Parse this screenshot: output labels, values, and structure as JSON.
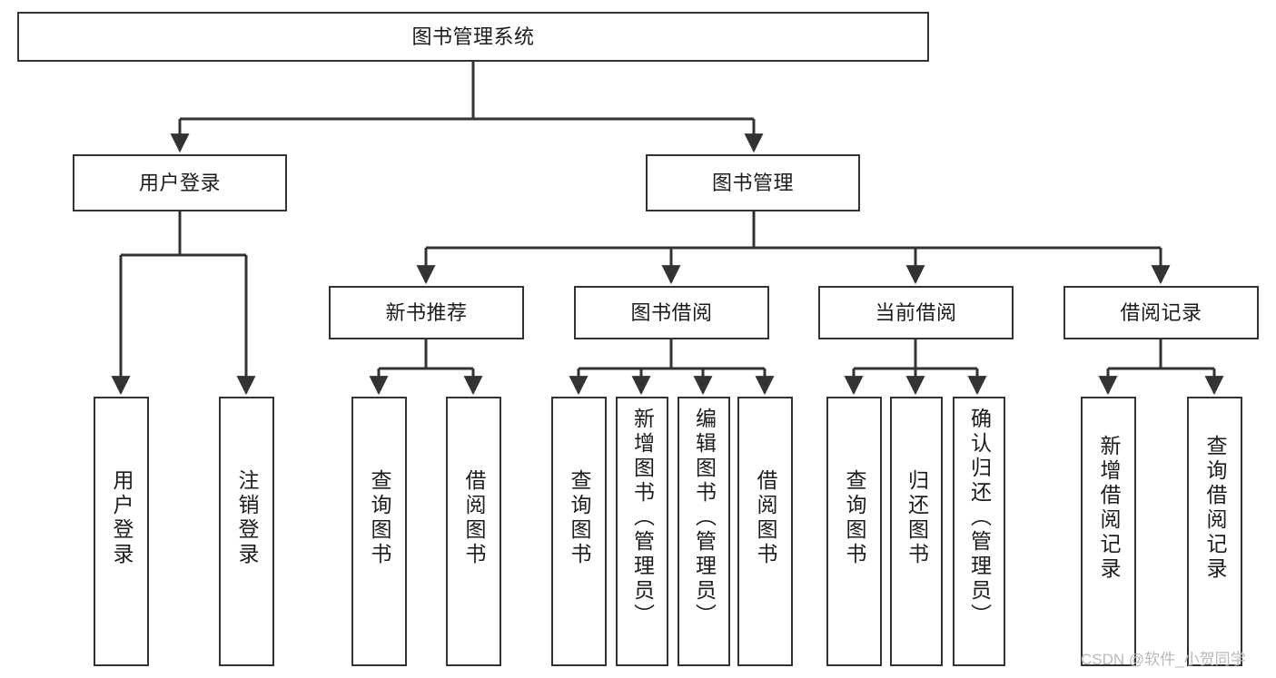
{
  "diagram": {
    "title": "图书管理系统",
    "type": "tree-hierarchy-chart",
    "watermark": "CSDN @软件_小贺同学",
    "colors": {
      "box_border": "#333333",
      "box_fill": "#ffffff",
      "edge": "#333333",
      "text": "#1c1c1c",
      "watermark": "#b9b9b9"
    },
    "root": {
      "label": "图书管理系统"
    },
    "level2": [
      {
        "id": "user-login",
        "label": "用户登录"
      },
      {
        "id": "book-manage",
        "label": "图书管理"
      }
    ],
    "level3": [
      {
        "id": "new-book-recommend",
        "label": "新书推荐",
        "parent": "book-manage"
      },
      {
        "id": "book-borrow",
        "label": "图书借阅",
        "parent": "book-manage"
      },
      {
        "id": "current-borrow",
        "label": "当前借阅",
        "parent": "book-manage"
      },
      {
        "id": "borrow-record",
        "label": "借阅记录",
        "parent": "book-manage"
      }
    ],
    "leaves": [
      {
        "id": "leaf-user-login",
        "label": "用户登录",
        "parent": "user-login"
      },
      {
        "id": "leaf-logout-login",
        "label": "注销登录",
        "parent": "user-login"
      },
      {
        "id": "leaf-query-book-1",
        "label": "查询图书",
        "parent": "new-book-recommend"
      },
      {
        "id": "leaf-borrow-book-1",
        "label": "借阅图书",
        "parent": "new-book-recommend"
      },
      {
        "id": "leaf-query-book-2",
        "label": "查询图书",
        "parent": "book-borrow"
      },
      {
        "id": "leaf-add-book",
        "label": "新增图书（管理员）",
        "parent": "book-borrow"
      },
      {
        "id": "leaf-edit-book",
        "label": "编辑图书（管理员）",
        "parent": "book-borrow"
      },
      {
        "id": "leaf-borrow-book-2",
        "label": "借阅图书",
        "parent": "book-borrow"
      },
      {
        "id": "leaf-query-book-3",
        "label": "查询图书",
        "parent": "current-borrow"
      },
      {
        "id": "leaf-return-book",
        "label": "归还图书",
        "parent": "current-borrow"
      },
      {
        "id": "leaf-confirm-return",
        "label": "确认归还（管理员）",
        "parent": "current-borrow"
      },
      {
        "id": "leaf-add-record",
        "label": "新增借阅记录",
        "parent": "borrow-record"
      },
      {
        "id": "leaf-query-record",
        "label": "查询借阅记录",
        "parent": "borrow-record"
      }
    ]
  }
}
